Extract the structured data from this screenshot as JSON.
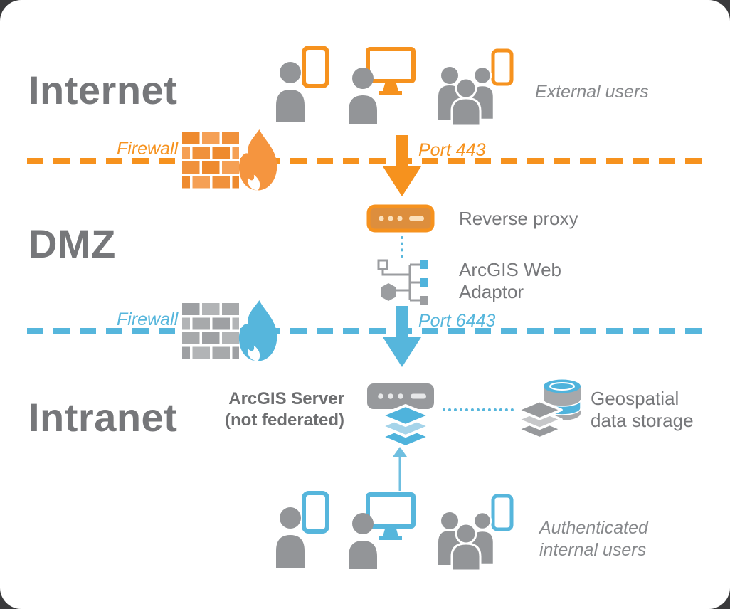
{
  "colors": {
    "orange": "#F6921E",
    "blue": "#56B6DC",
    "text_gray": "#77787B",
    "zone_label_gray": "#76777A",
    "person_gray": "#939598"
  },
  "zones": [
    {
      "label": "Internet"
    },
    {
      "label": "DMZ"
    },
    {
      "label": "Intranet"
    }
  ],
  "internet_zone": {
    "users_caption": "External users",
    "icons": [
      "person-tablet-icon",
      "person-monitor-icon",
      "user-group-phone-icon"
    ]
  },
  "firewall_top": {
    "label": "Firewall",
    "port": "Port 443",
    "icon": "firewall-brick-flame-icon",
    "arrow": "down-arrow"
  },
  "dmz_zone": {
    "reverse_proxy_caption": "Reverse proxy",
    "reverse_proxy_icon": "server-box-icon",
    "web_adaptor_caption": [
      "ArcGIS Web",
      "Adaptor"
    ],
    "web_adaptor_icon": "schema-nodes-icon"
  },
  "firewall_bottom": {
    "label": "Firewall",
    "port": "Port 6443",
    "icon": "firewall-brick-flame-icon",
    "arrow": "down-arrow"
  },
  "intranet_zone": {
    "server_caption": [
      "ArcGIS Server",
      "(not federated)"
    ],
    "server_icon": "server-box-layers-icon",
    "storage_caption": [
      "Geospatial",
      "data storage"
    ],
    "storage_icon": "database-layers-icon",
    "users_caption": [
      "Authenticated",
      "internal users"
    ],
    "users_arrow": "up-arrow",
    "icons": [
      "person-tablet-icon",
      "person-monitor-icon",
      "user-group-phone-icon"
    ]
  }
}
